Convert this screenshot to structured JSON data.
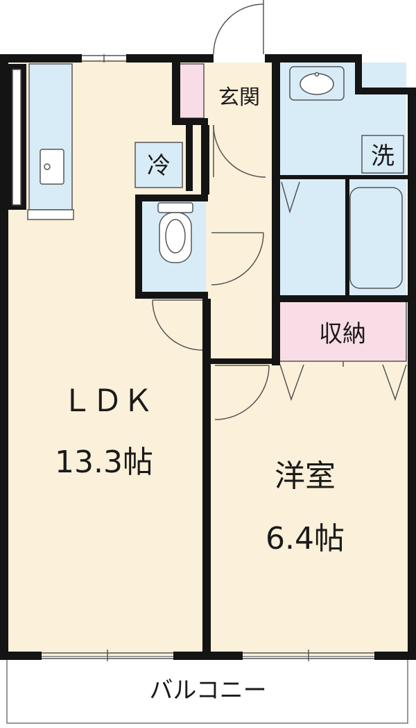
{
  "rooms": {
    "ldk": {
      "name": "ＬＤＫ",
      "size": "13.3帖"
    },
    "western": {
      "name": "洋室",
      "size": "6.4帖"
    },
    "entrance": {
      "name": "玄関"
    },
    "storage": {
      "name": "収納"
    },
    "washer": {
      "name": "洗"
    },
    "fridge": {
      "name": "冷"
    },
    "balcony": {
      "name": "バルコニー"
    }
  },
  "colors": {
    "floor_cream": "#fbf0d9",
    "wet_blue": "#d8ecf7",
    "storage_pink": "#f9dde6",
    "wall": "#141414",
    "line": "#555555"
  }
}
